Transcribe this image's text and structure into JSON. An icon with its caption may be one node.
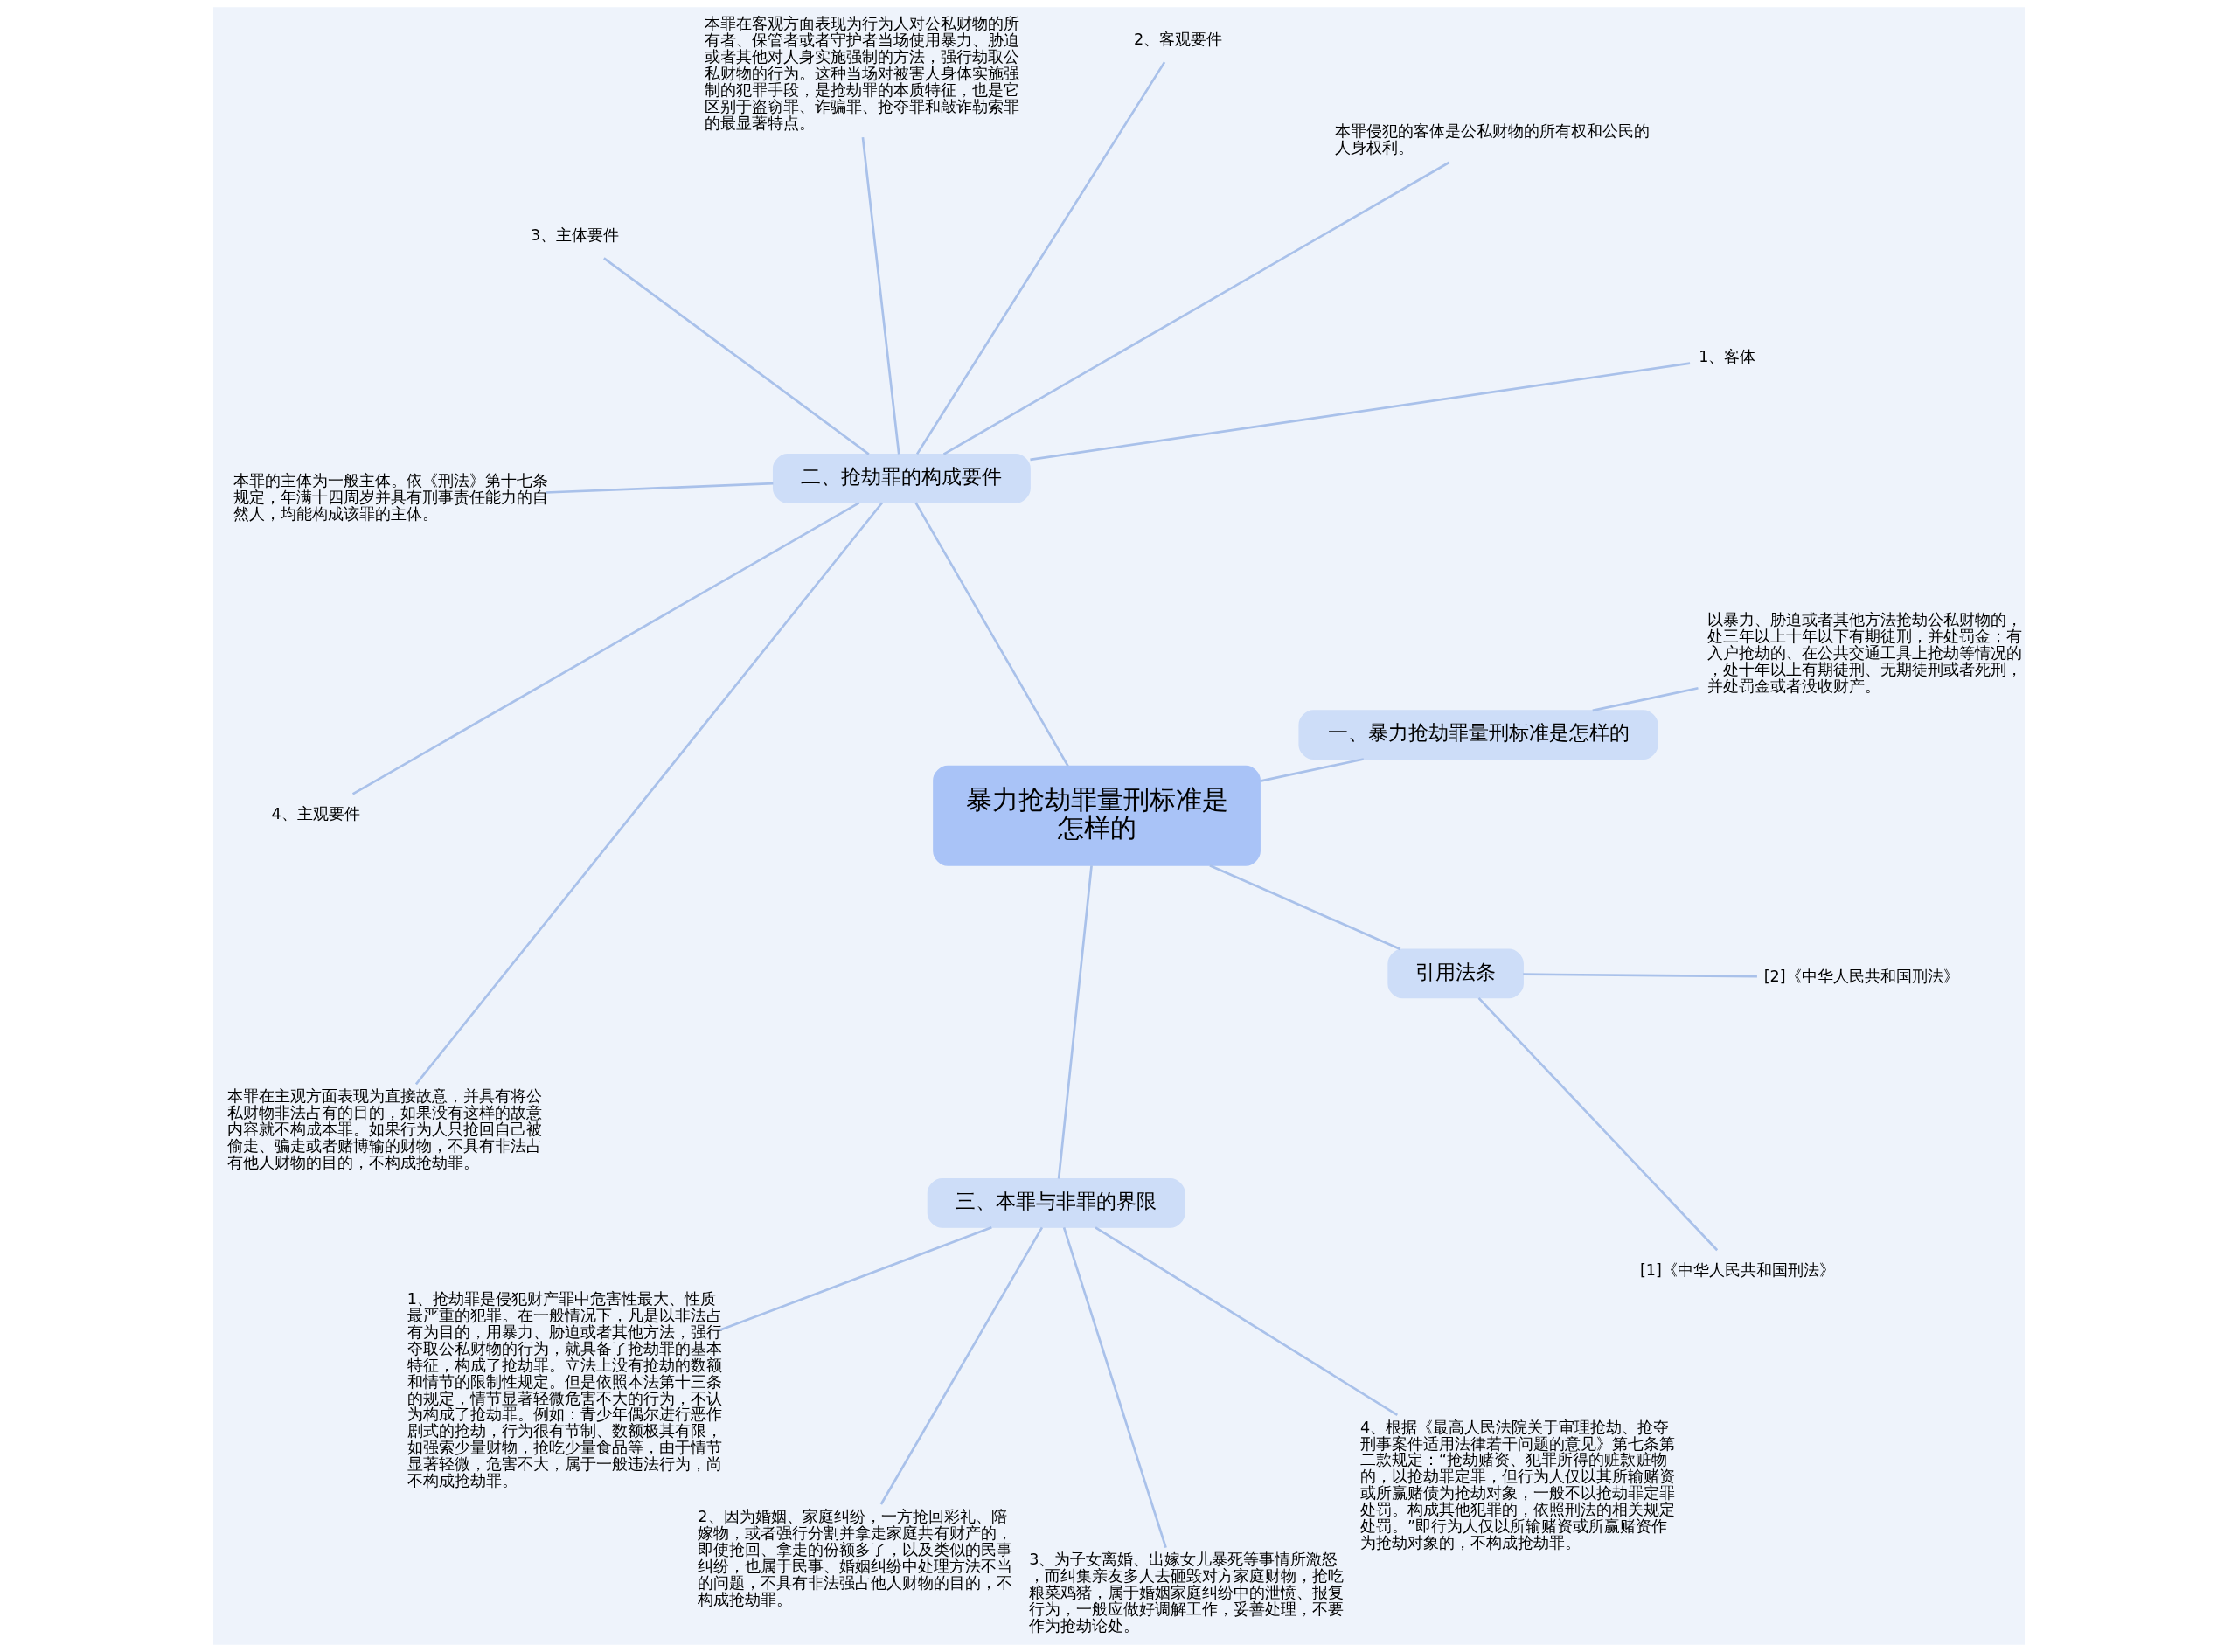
{
  "diagram": {
    "nodes": [
      {
        "text": [
          "暴力抢劫罪量刑标准是怎样的"
        ]
      },
      {
        "text": [
          "一、暴力抢劫罪量刑标准是怎样的"
        ]
      },
      {
        "text": [
          "以暴力、胁迫或者其他方法抢劫公私财物的，处三年以上十年以下有期徒刑，并处罚金；有入户抢劫的、在公共交通工具上抢劫等情况的，处十年以上有期徒刑、无期徒刑或者死刑，并处罚金或者没收财产。"
        ]
      },
      {
        "text": [
          "二、抢劫罪的构成要件"
        ]
      },
      {
        "text": [
          "1、客体"
        ]
      },
      {
        "text": [
          "本罪侵犯的客体是公私财物的所有权和公民的人身权利。"
        ]
      },
      {
        "text": [
          "2、客观要件"
        ]
      },
      {
        "text": [
          "本罪在客观方面表现为行为人对公私财物的所有者、保管者或者守护者当场使用暴力、胁迫或者其他对人身实施强制的方法，强行劫取公私财物的行为。这种当场对被害人身体实施强制的犯罪手段，是抢劫罪的本质特征，也是它区别于盗窃罪、诈骗罪、抢夺罪和敲诈勒索罪的最显著特点。"
        ]
      },
      {
        "text": [
          "3、主体要件"
        ]
      },
      {
        "text": [
          "本罪的主体为一般主体。依《刑法》第十七条规定，年满十四周岁并具有刑事责任能力的自然人，均能构成该罪的主体。"
        ]
      },
      {
        "text": [
          "4、主观要件"
        ]
      },
      {
        "text": [
          "本罪在主观方面表现为直接故意，并具有将公私财物非法占有的目的，如果没有这样的故意内容就不构成本罪。如果行为人只抢回自己被偷走、骗走或者赌博输的财物，不具有非法占有他人财物的目的，不构成抢劫罪。"
        ]
      },
      {
        "text": [
          "三、本罪与非罪的界限"
        ]
      },
      {
        "text": [
          "1、抢劫罪是侵犯财产罪中危害性最大、性质最严重的犯罪。在一般情况下，凡是以非法占有为目的，用暴力、胁迫或者其他方法，强行夺取公私财物的行为，就具备了抢劫罪的基本特征，构成了抢劫罪。立法上没有抢劫的数额和情节的限制性规定。但是依照本法第十三条的规定，情节显著轻微危害不大的行为，不认为构成了抢劫罪。例如：青少年偶尔进行恶作剧式的抢劫，行为很有节制、数额极其有限，如强索少量财物，抢吃少量食品等，由于情节显著轻微，危害不大，属于一般违法行为，尚不构成抢劫罪。"
        ]
      },
      {
        "text": [
          "2、因为婚姻、家庭纠纷，一方抢回彩礼、陪嫁物，或者强行分割并拿走家庭共有财产的，即使抢回、拿走的份额多了，以及类似的民事纠纷，也属于民事、婚姻纠纷中处理方法不当的问题，不具有非法强占他人财物的目的，不构成抢劫罪。"
        ]
      },
      {
        "text": [
          "3、为子女离婚、出嫁女儿暴死等事情所激怒，而纠集亲友多人去砸毁对方家庭财物，抢吃粮菜鸡猪，属于婚姻家庭纠纷中的泄愤、报复行为，一般应做好调解工作，妥善处理，不要作为抢劫论处。"
        ]
      },
      {
        "text": [
          "4、根据《最高人民法院关于审理抢劫、抢夺刑事案件适用法律若干问题的意见》第七条第二款规定：“抢劫赌资、犯罪所得的赃款赃物的，以抢劫罪定罪，但行为人仅以其所输赌资或所赢赌债为抢劫对象，一般不以抢劫罪定罪处罚。构成其他犯罪的，依照刑法的相关规定处罚。”即行为人仅以所输赌资或所赢赌资作为抢劫对象的，不构成抢劫罪。"
        ]
      },
      {
        "text": [
          "引用法条"
        ]
      },
      {
        "text": [
          "[1]《中华人民共和国刑法》"
        ]
      },
      {
        "text": [
          "[2]《中华人民共和国刑法》"
        ]
      }
    ],
    "edges": [
      {
        "from": 0,
        "to": 1,
        "arrow": "none"
      },
      {
        "from": 1,
        "to": 2,
        "arrow": "none"
      },
      {
        "from": 0,
        "to": 3,
        "arrow": "none"
      },
      {
        "from": 3,
        "to": 4,
        "arrow": "none"
      },
      {
        "from": 3,
        "to": 5,
        "arrow": "none"
      },
      {
        "from": 3,
        "to": 6,
        "arrow": "none"
      },
      {
        "from": 3,
        "to": 7,
        "arrow": "none"
      },
      {
        "from": 3,
        "to": 8,
        "arrow": "none"
      },
      {
        "from": 3,
        "to": 9,
        "arrow": "none"
      },
      {
        "from": 3,
        "to": 10,
        "arrow": "none"
      },
      {
        "from": 3,
        "to": 11,
        "arrow": "none"
      },
      {
        "from": 0,
        "to": 12,
        "arrow": "none"
      },
      {
        "from": 12,
        "to": 13,
        "arrow": "none"
      },
      {
        "from": 12,
        "to": 14,
        "arrow": "none"
      },
      {
        "from": 12,
        "to": 15,
        "arrow": "none"
      },
      {
        "from": 12,
        "to": 16,
        "arrow": "none"
      },
      {
        "from": 0,
        "to": 17,
        "arrow": "none"
      },
      {
        "from": 17,
        "to": 18,
        "arrow": "none"
      },
      {
        "from": 17,
        "to": 19,
        "arrow": "none"
      }
    ]
  }
}
